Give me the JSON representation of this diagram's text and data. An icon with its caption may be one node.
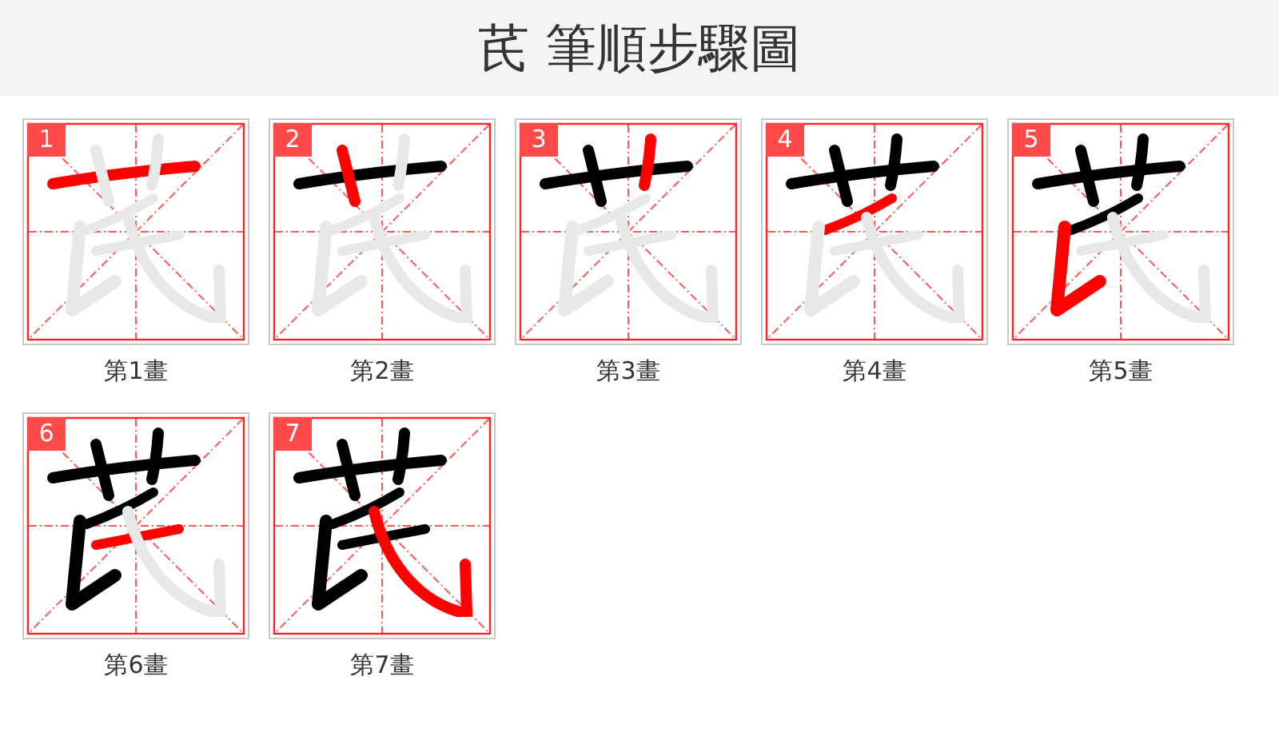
{
  "diagram": {
    "title": "芪 筆順步驟圖",
    "nodes": [
      {
        "text": [
          "1"
        ],
        "beside": [
          "第1畫"
        ]
      },
      {
        "text": [
          "2"
        ],
        "beside": [
          "第2畫"
        ]
      },
      {
        "text": [
          "3"
        ],
        "beside": [
          "第3畫"
        ]
      },
      {
        "text": [
          "4"
        ],
        "beside": [
          "第4畫"
        ]
      },
      {
        "text": [
          "5"
        ],
        "beside": [
          "第5畫"
        ]
      },
      {
        "text": [
          "6"
        ],
        "beside": [
          "第6畫"
        ]
      },
      {
        "text": [
          "7"
        ],
        "beside": [
          "第7畫"
        ]
      }
    ]
  }
}
